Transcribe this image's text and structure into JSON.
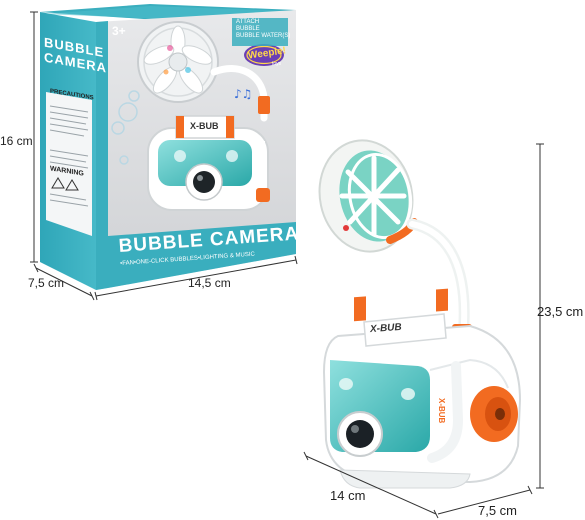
{
  "box": {
    "side_title_line1": "BUBBLE",
    "side_title_line2": "CAMERA",
    "age_badge": "3+",
    "brand": "Weeple!",
    "brand_sub": "toys",
    "attach_label": "ATTACH",
    "attach_sub1": "BUBBLE",
    "attach_sub2": "BUBBLE WATER(S)",
    "caution_title": "PRECAUTIONS",
    "warning_title": "WARNING",
    "front_title": "BUBBLE CAMERA",
    "tagline": "•FAN•ONE-CLICK BUBBLES•LIGHTING & MUSIC",
    "camera_label": "X-BUB"
  },
  "product": {
    "camera_label": "X-BUB",
    "side_label": "X-BUB"
  },
  "dimensions": {
    "box_height": "16 cm",
    "box_depth": "7,5 cm",
    "box_width": "14,5 cm",
    "product_height": "23,5 cm",
    "product_width": "14 cm",
    "product_depth": "7,5 cm"
  },
  "colors": {
    "teal": "#3fb3c3",
    "orange": "#f26b21",
    "box_grey": "#d9dadc",
    "white": "#ffffff"
  }
}
